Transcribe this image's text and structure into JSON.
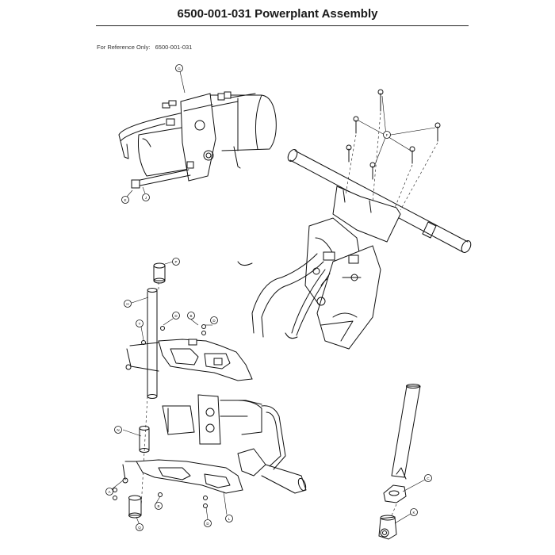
{
  "header": {
    "title": "6500-001-031 Powerplant Assembly",
    "reference_label": "For Reference Only:",
    "reference_number": "6500-001-031"
  },
  "callouts": [
    {
      "id": "callout-g",
      "label": "G"
    },
    {
      "id": "callout-e",
      "label": "E"
    },
    {
      "id": "callout-j",
      "label": "J"
    },
    {
      "id": "callout-f",
      "label": "F"
    },
    {
      "id": "callout-p",
      "label": "P"
    },
    {
      "id": "callout-h",
      "label": "H"
    },
    {
      "id": "callout-d1",
      "label": "D"
    },
    {
      "id": "callout-b1",
      "label": "B"
    },
    {
      "id": "callout-d2",
      "label": "D"
    },
    {
      "id": "callout-t",
      "label": "T"
    },
    {
      "id": "callout-n",
      "label": "N"
    },
    {
      "id": "callout-a",
      "label": "A"
    },
    {
      "id": "callout-b2",
      "label": "B"
    },
    {
      "id": "callout-q",
      "label": "Q"
    },
    {
      "id": "callout-d3",
      "label": "D"
    },
    {
      "id": "callout-l",
      "label": "L"
    },
    {
      "id": "callout-c",
      "label": "C"
    },
    {
      "id": "callout-k",
      "label": "K"
    }
  ]
}
